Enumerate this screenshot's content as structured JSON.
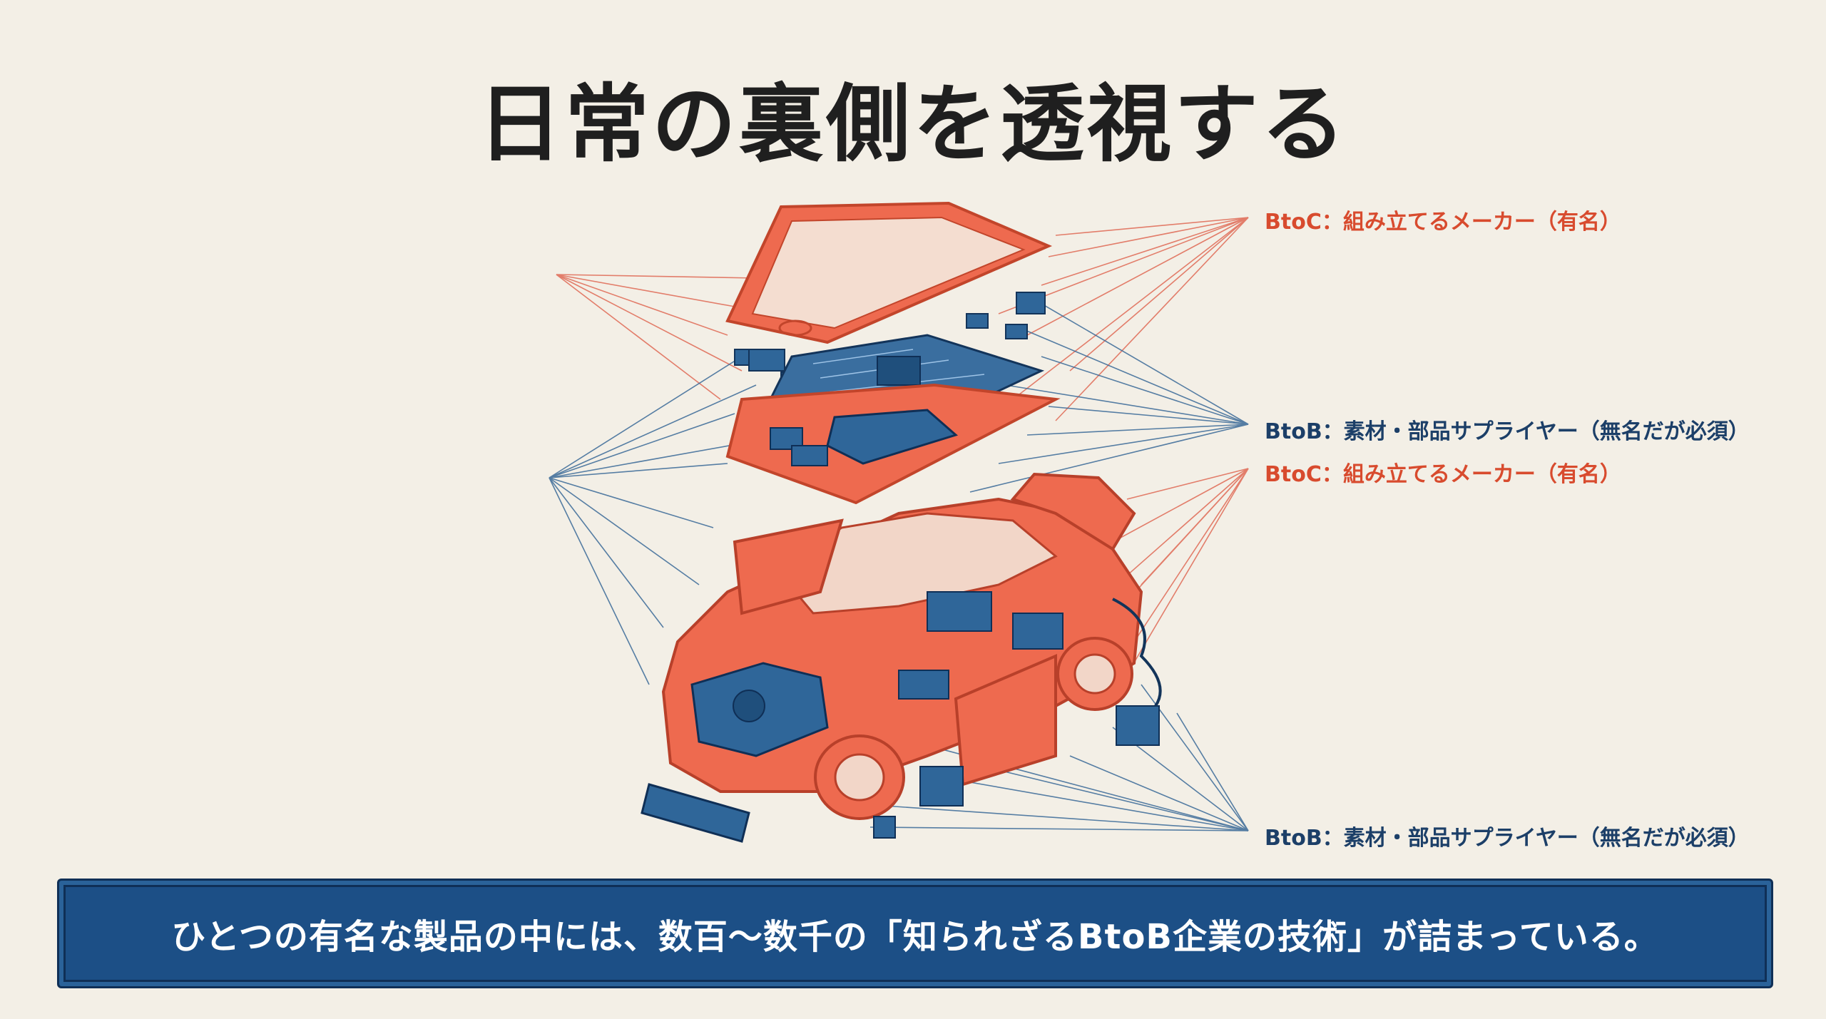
{
  "title": "日常の裏側を透視する",
  "labels": {
    "phone_btoc": "BtoC：組み立てるメーカー（有名）",
    "phone_btob": "BtoB：素材・部品サプライヤー（無名だが必須）",
    "car_btoc": "BtoC：組み立てるメーカー（有名）",
    "car_btob": "BtoB：素材・部品サプライヤー（無名だが必須）"
  },
  "banner": {
    "text": "ひとつの有名な製品の中には、数百〜数千の「知られざるBtoB企業の技術」が詰まっている。"
  },
  "colors": {
    "background": "#f3efe6",
    "btoc": "#d84b2e",
    "btob": "#1c3f68",
    "product_fill": "#ee6a4f",
    "part_fill": "#2f6699",
    "banner": "#1c4f86"
  },
  "icons": [
    "smartphone-exploded-illustration",
    "car-exploded-illustration"
  ]
}
